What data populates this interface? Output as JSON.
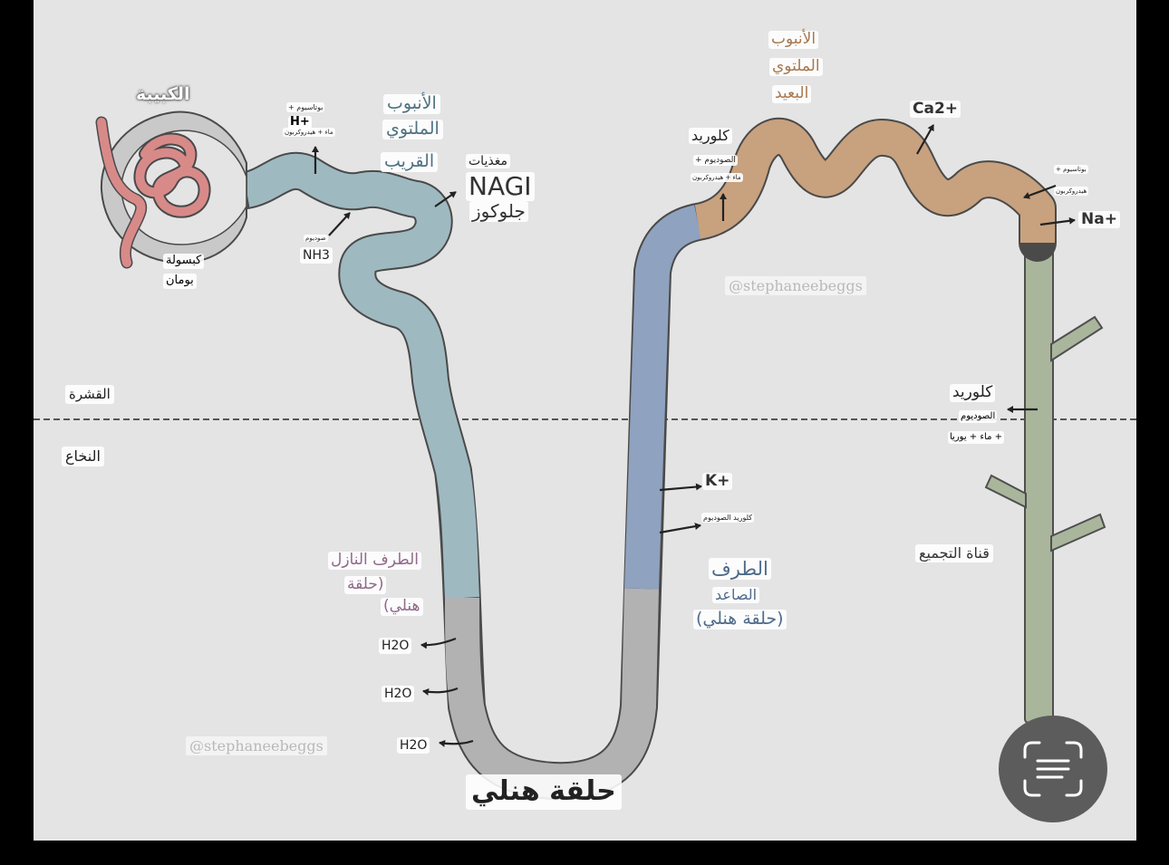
{
  "colors": {
    "background": "#e4e4e4",
    "proximal": "#9fb9c0",
    "distal": "#c8a17e",
    "ascending": "#8fa2bf",
    "collecting": "#a9b69c",
    "loop_gray": "#b2b2b2",
    "glomerulus": "#d88a89",
    "capsule": "#c9c9c9",
    "header_green": "#6e7f5e"
  },
  "labels": {
    "glomerulus": "الكبيبة",
    "bowman_line1": "كبسولة",
    "bowman_line2": "بومان",
    "pct_line1": "الأنبوب",
    "pct_line2": "الملتوي",
    "pct_line3": "القريب",
    "nutrients": "مغذيات",
    "nagi": "NAGI",
    "glucose": "جلوكوز",
    "potassium_plus": "بوتاسيوم +",
    "water_h": "ماء + هيدروكربون",
    "h_ion": "H+",
    "sodium_small": "صوديوم",
    "nh3": "NH3",
    "cortex": "القشرة",
    "medulla": "النخاع",
    "desc_line1": "الطرف النازل",
    "desc_line2": "(حلقة",
    "desc_line3": "هنلي)",
    "h2o_1": "H2O",
    "h2o_2": "H2O",
    "h2o_3": "H2O",
    "loop_of_henle": "حلقة هنلي",
    "asc_line1": "الطرف",
    "asc_line2": "الصاعد",
    "asc_line3": "(حلقة هنلي)",
    "k_ion": "K+",
    "nacl_small": "كلوريد الصوديوم",
    "dct_line1": "الأنبوب",
    "dct_line2": "الملتوي",
    "dct_line3": "البعيد",
    "dct_chloride": "كلوريد",
    "dct_sodium_plus": "الصوديوم +",
    "dct_water_h": "ماء + هيدروكربون",
    "ca_ion": "Ca2+",
    "cd_potassium": "بوتاسيوم +",
    "cd_hydrocarbon": "هيدروكربون",
    "na_ion": "Na+",
    "cd_chloride": "كلوريد",
    "cd_sodium": "الصوديوم",
    "cd_water_urea": "+ ماء + يوريا",
    "collecting_duct": "قناة التجميع",
    "watermark1": "@stephaneebeggs",
    "watermark2": "@stephaneebeggs"
  }
}
